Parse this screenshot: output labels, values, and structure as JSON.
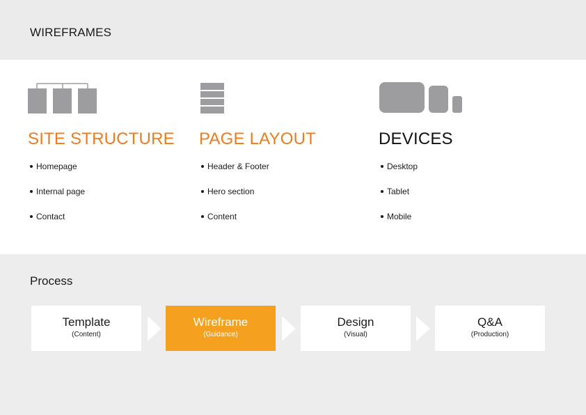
{
  "header": {
    "title": "WIREFRAMES"
  },
  "sections": [
    {
      "icon": "site-structure-icon",
      "title": "SITE STRUCTURE",
      "title_color": "#f07b1b",
      "items": [
        "Homepage",
        "Internal page",
        "Contact"
      ]
    },
    {
      "icon": "page-layout-icon",
      "title": "PAGE LAYOUT",
      "title_color": "#f07b1b",
      "items": [
        "Header & Footer",
        "Hero section",
        "Content"
      ]
    },
    {
      "icon": "devices-icon",
      "title": "DEVICES",
      "title_color": "#111111",
      "items": [
        "Desktop",
        "Tablet",
        "Mobile"
      ]
    }
  ],
  "process": {
    "title": "Process",
    "steps": [
      {
        "label": "Template",
        "sub": "(Content)",
        "active": false
      },
      {
        "label": "Wireframe",
        "sub": "(Guidance)",
        "active": true
      },
      {
        "label": "Design",
        "sub": "(Visual)",
        "active": false
      },
      {
        "label": "Q&A",
        "sub": "(Production)",
        "active": false
      }
    ]
  },
  "colors": {
    "accent_orange": "#f07b1b",
    "active_step": "#f6a01f",
    "icon_gray": "#9d9d9f",
    "band_gray": "#ebebeb"
  }
}
